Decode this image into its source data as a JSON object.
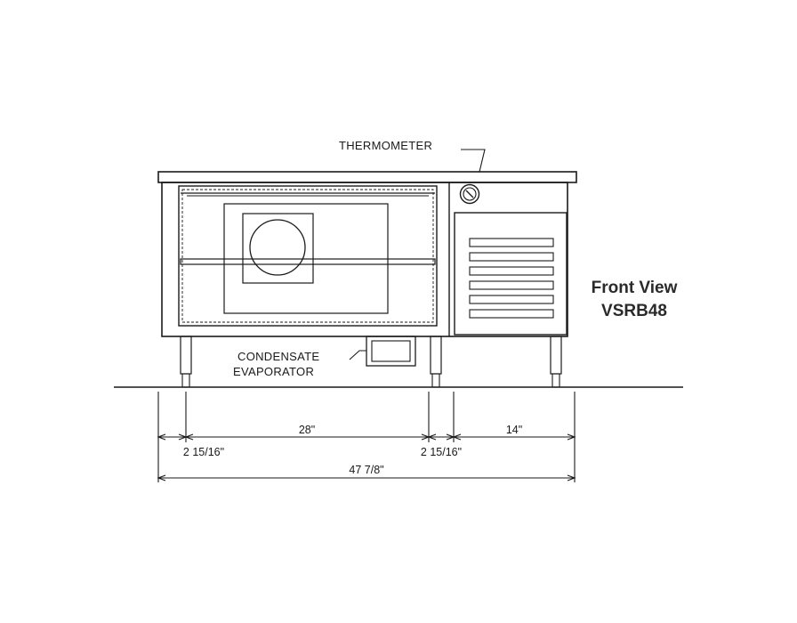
{
  "labels": {
    "thermometer": "THERMOMETER",
    "condensate_line1": "CONDENSATE",
    "condensate_line2": "EVAPORATOR",
    "title_line1": "Front View",
    "title_line2": "VSRB48"
  },
  "dimensions": {
    "drawer_width": "28\"",
    "side_width": "14\"",
    "left_offset": "2 15/16\"",
    "middle_offset": "2 15/16\"",
    "overall_width": "47 7/8\""
  },
  "colors": {
    "line": "#1a1a1a",
    "background": "#ffffff"
  }
}
